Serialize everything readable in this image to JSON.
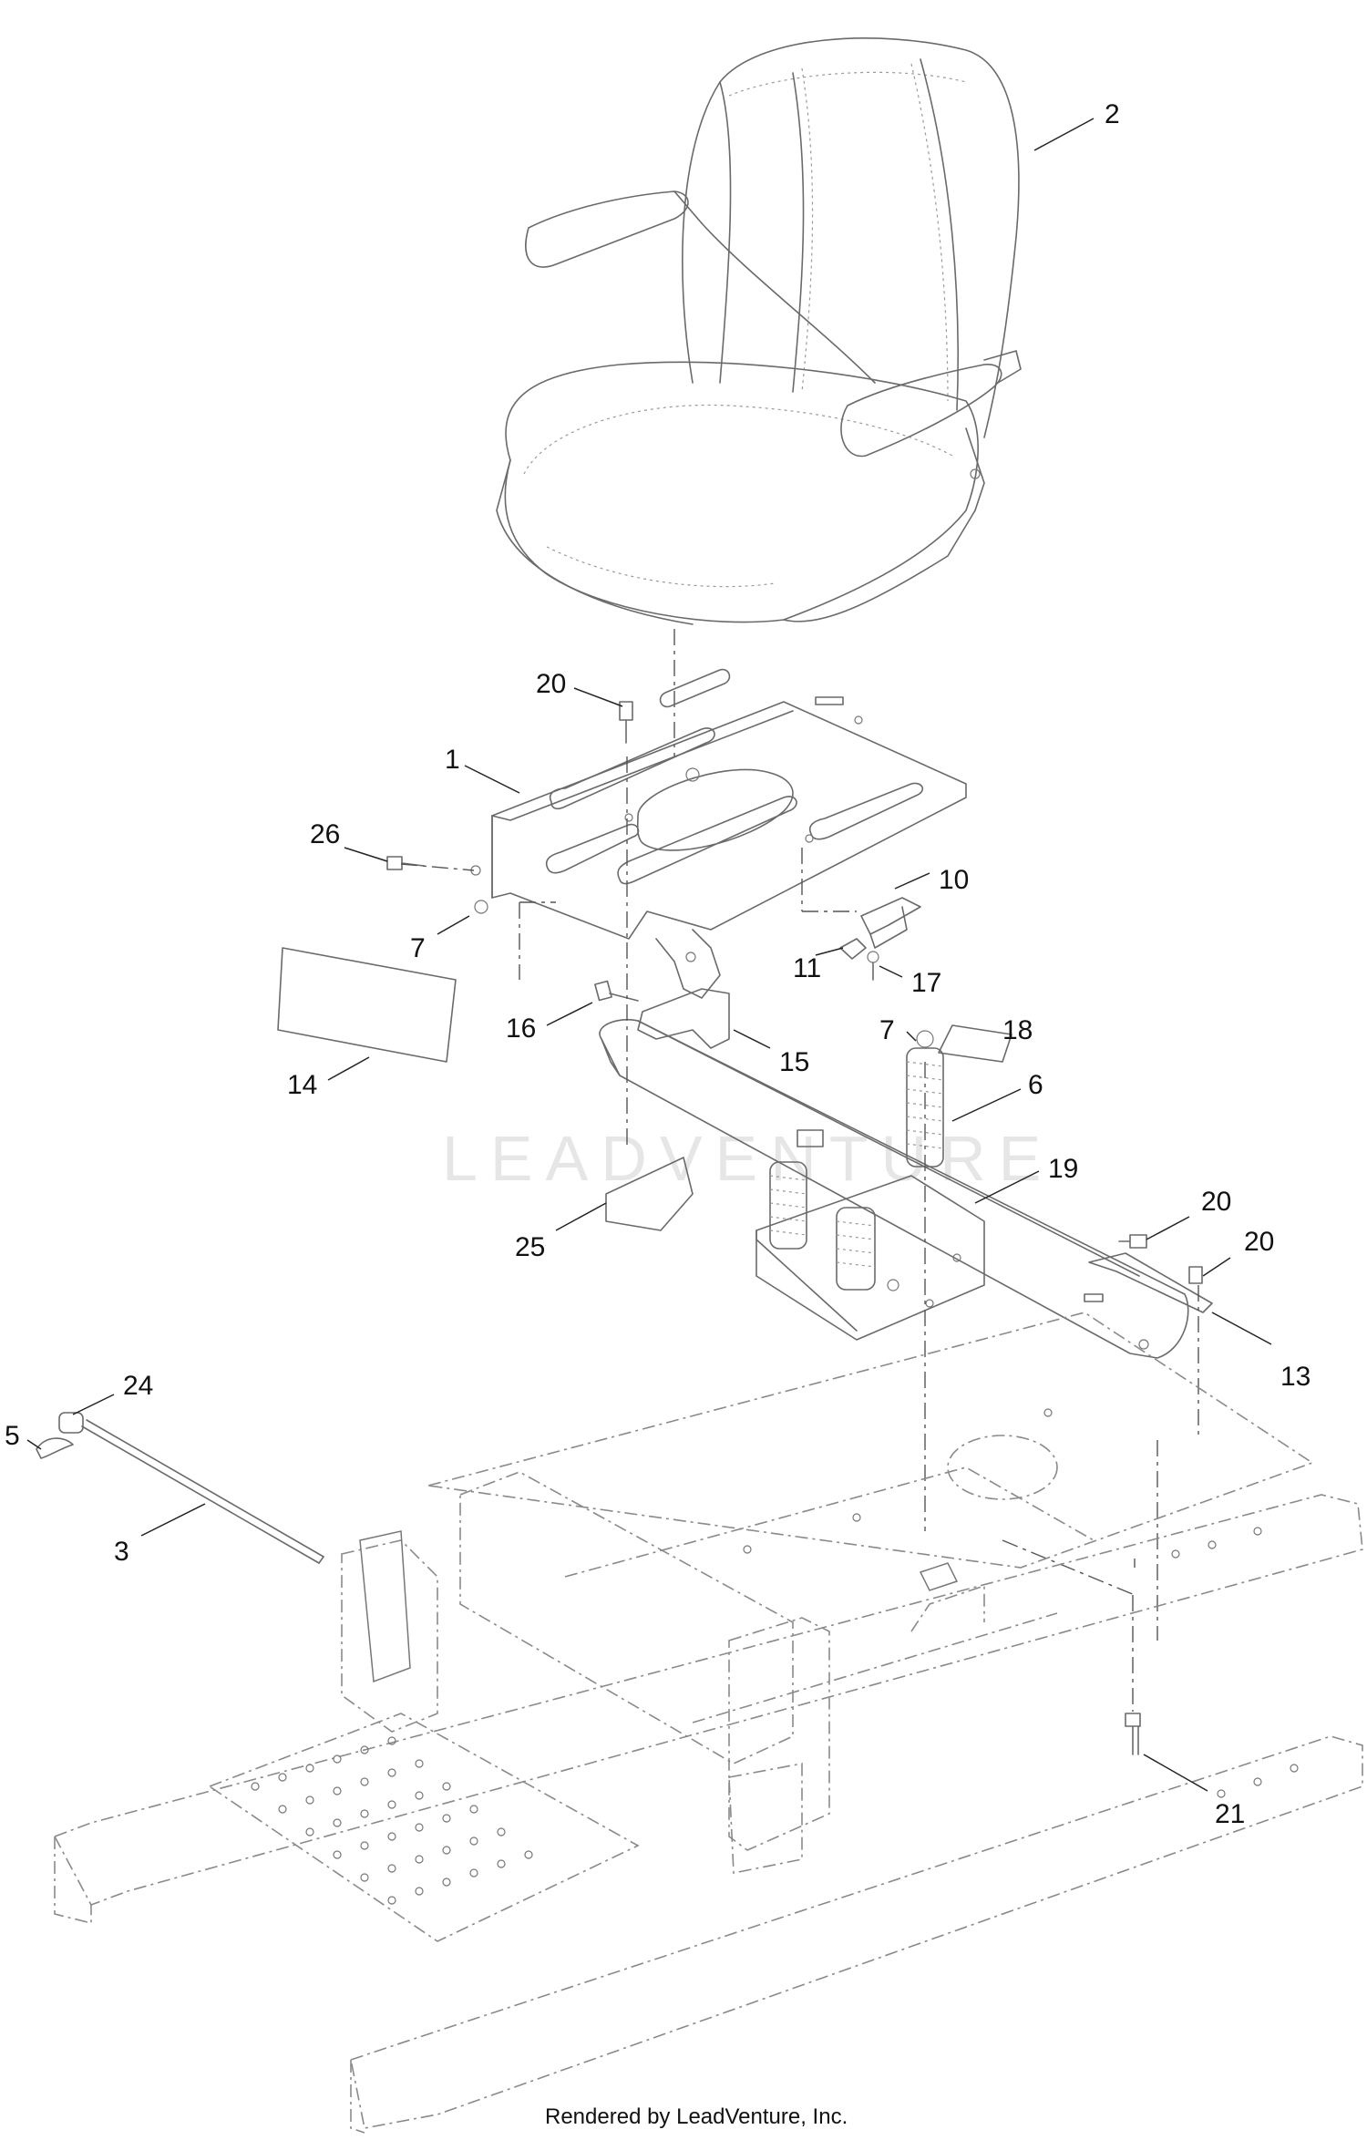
{
  "diagram": {
    "callouts": [
      {
        "id": "c2",
        "label": "2"
      },
      {
        "id": "c20a",
        "label": "20"
      },
      {
        "id": "c1",
        "label": "1"
      },
      {
        "id": "c26",
        "label": "26"
      },
      {
        "id": "c7a",
        "label": "7"
      },
      {
        "id": "c10",
        "label": "10"
      },
      {
        "id": "c11",
        "label": "11"
      },
      {
        "id": "c17",
        "label": "17"
      },
      {
        "id": "c16",
        "label": "16"
      },
      {
        "id": "c15",
        "label": "15"
      },
      {
        "id": "c14",
        "label": "14"
      },
      {
        "id": "c18",
        "label": "18"
      },
      {
        "id": "c7b",
        "label": "7"
      },
      {
        "id": "c6",
        "label": "6"
      },
      {
        "id": "c19",
        "label": "19"
      },
      {
        "id": "c20b",
        "label": "20"
      },
      {
        "id": "c20c",
        "label": "20"
      },
      {
        "id": "c25",
        "label": "25"
      },
      {
        "id": "c13",
        "label": "13"
      },
      {
        "id": "c24",
        "label": "24"
      },
      {
        "id": "c5",
        "label": "5"
      },
      {
        "id": "c3",
        "label": "3"
      },
      {
        "id": "c21",
        "label": "21"
      }
    ],
    "watermark": "LEADVENTURE",
    "footer": "Rendered by LeadVenture, Inc."
  }
}
